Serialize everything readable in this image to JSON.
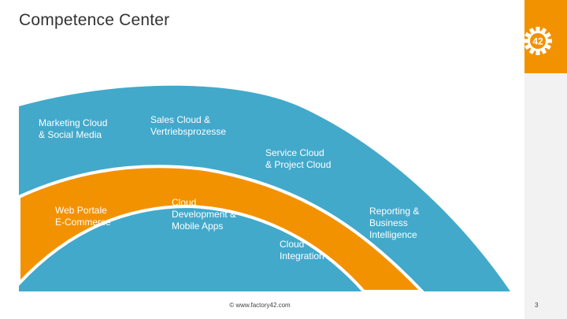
{
  "slide": {
    "title": "Competence Center",
    "footer": "© www.factory42.com",
    "page_number": "3"
  },
  "logo": {
    "text": "42",
    "color": "#f39200"
  },
  "colors": {
    "outer_band": "#42a9cb",
    "inner_band": "#f39200",
    "label": "#ffffff"
  },
  "outer_band": {
    "items": [
      {
        "label": "Marketing Cloud\n& Social Media"
      },
      {
        "label": "Sales Cloud &\nVertriebsprozesse"
      },
      {
        "label": "Service Cloud\n& Project Cloud"
      },
      {
        "label": "Reporting &\nBusiness\nIntelligence"
      }
    ]
  },
  "inner_band": {
    "items": [
      {
        "label": "Web Portale\nE-Commerce"
      },
      {
        "label": "Cloud\nDevelopment &\nMobile Apps"
      },
      {
        "label": "Cloud\nIntegration"
      }
    ]
  }
}
